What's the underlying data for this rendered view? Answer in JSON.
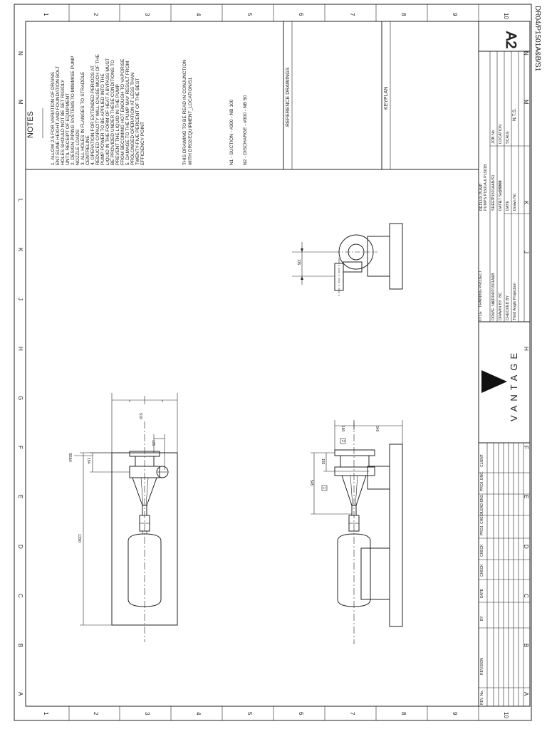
{
  "sheet": {
    "drawing_ref": "DR04/P1501A&B/S1",
    "size": "A2",
    "column_numbers": [
      "1",
      "2",
      "3",
      "4",
      "5",
      "6",
      "7",
      "8",
      "9",
      "10"
    ],
    "row_letters": [
      "A",
      "B",
      "C",
      "D",
      "E",
      "F",
      "G",
      "H",
      "J",
      "K",
      "L",
      "M",
      "N"
    ]
  },
  "notes": {
    "title": "NOTES",
    "items": [
      "1. ALLOW 2.5 FOR VARIATION OF DRAINS",
      "ENT ELINE HEIGHT AND FOUNDATION BOLT",
      "HOLES SHOULD NOT BE SET RIGIDLY",
      "UNTIL RECEIPT OF EQUIPMENT",
      "2. DESIGN PIPING SYSTEMS TO MINIMISE PUMP",
      "NOZZLE LOADS",
      "3. ALL HOLES IN FLANGES TO STRADDLE",
      "CENTRELINE",
      "4. OPERATION FOR EXTENDED PERIODS AT",
      "REDUCED CAPACITY WILL CAUSE MUCH OF THE",
      "PUMP POWER TO BE APPLIED INTO THE",
      "LIQUID IN THE FORM OF HEAT A BYPASS MUST",
      "BE PROVIDED UNDER THESE CONDITIONS TO",
      "PREVENT THE LIQUID IN THE PUMP",
      "FROM BECOMING HOT ENOUGH TO VAPORISE",
      "5. DAMAGE TO THE PUMP MAY RESULT FROM",
      "PROLONGED OPERATION AT LESS THAN",
      "TWENTY-FIVE PERCENT OF THE BEST",
      "EFFICIENCY POINT"
    ],
    "conjunction": [
      "THIS DRAWING TO BE READ IN CONJUNCTION",
      "WITH DR02/EQUIPMENT_LOCATION/S1"
    ],
    "nozzles": [
      "N1 - SUCTION   - #300 - NB 100",
      "N2 - DISCHARGE - #300 - NB 50"
    ]
  },
  "reference_drawings": {
    "label": "REFERENCE DRAWINGS"
  },
  "keyplan": {
    "label": "KEYPLAN"
  },
  "dimensions": {
    "plan_overall": "1390",
    "plan_width": "510",
    "plan_135": "135",
    "plan_154": "154",
    "plan_top": "SE&0",
    "elev_545": "545",
    "elev_155": "155",
    "elev_180": "180",
    "elev_340": "340",
    "end_135": "135"
  },
  "markers": {
    "n1": "1",
    "n2": "2"
  },
  "title_block": {
    "title_label": "TITLE",
    "title_value": "TRAINING PROJECT",
    "subtitle_1": "REFLUX PUMP",
    "subtitle_2": "PUMPS P1501A & P1501B",
    "drwg_no_label": "DRWG. No.",
    "drwg_no_value": "DR04/P1501A&B",
    "sheet_label": "SHEET",
    "sheet_value": "P1501A&B/S1",
    "job_label": "JOB No",
    "drawn_label": "DRAWN BY",
    "drawn_value": "BC",
    "date_label": "DATE",
    "date_value": "17 Sep 2003",
    "location_label": "LOCATION",
    "checked_label": "CHECKED BY",
    "scale_label": "SCALE",
    "scale_value": "N.T.S.",
    "date2_label": "DATE",
    "projection": "Third Angle Projection",
    "drawn_no_label": "Drawn No",
    "drawn_no_value": "DS308",
    "company": "VANTAGE",
    "sheet_size": "A2"
  },
  "revision_block": {
    "headers": [
      "REV. No.",
      "REVISION",
      "BY",
      "DATE",
      "CHECK",
      "CHECK",
      "PROJ. CHECK",
      "LEAD ENG.",
      "PROJ. ENG.",
      "CLIENT"
    ]
  }
}
